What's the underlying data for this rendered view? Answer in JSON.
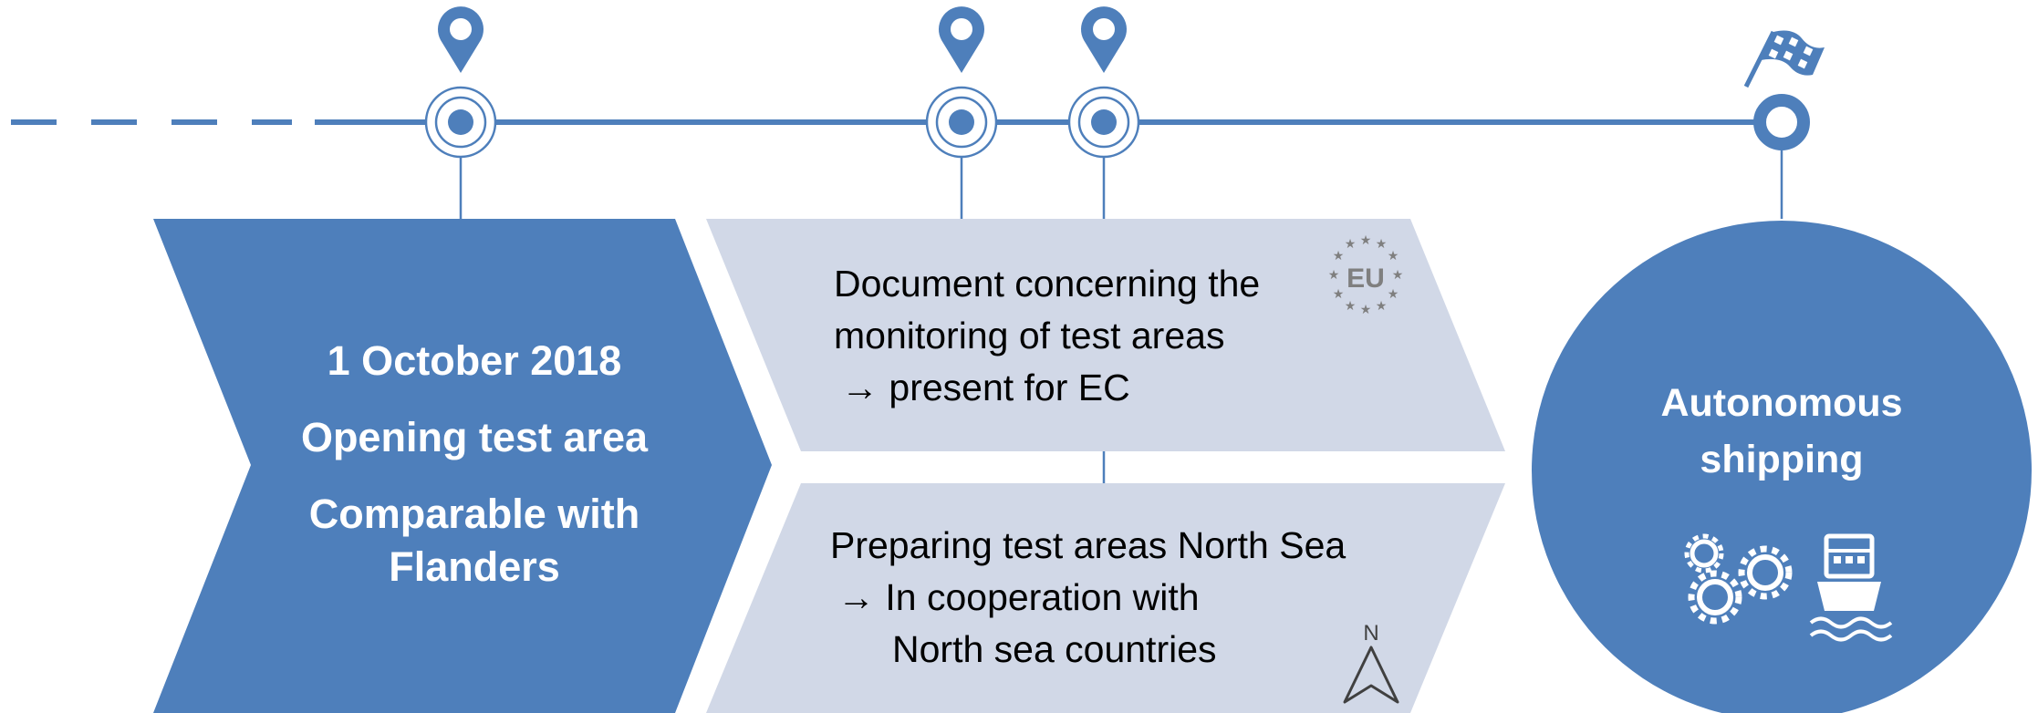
{
  "colors": {
    "primary_blue": "#4E7FBB",
    "light_panel": "#D1D8E7",
    "text_dark": "#000000",
    "white": "#ffffff"
  },
  "milestone": {
    "lines": [
      "1 October 2018",
      "Opening test area",
      "Comparable with",
      "Flanders"
    ]
  },
  "panels": [
    {
      "lines": [
        "Document concerning the",
        "monitoring of test areas",
        "→ present for EC"
      ],
      "icon": "eu-stars-icon",
      "icon_text": "EU"
    },
    {
      "lines": [
        "Preparing test areas North Sea",
        "→ In cooperation with",
        "North sea countries"
      ],
      "icon": "north-arrow-icon",
      "icon_text": "N"
    }
  ],
  "goal": {
    "lines": [
      "Autonomous",
      "shipping"
    ],
    "icons": [
      "gears-icon",
      "ship-icon"
    ]
  },
  "timeline": {
    "icons": [
      "location-pin-icon",
      "location-pin-icon",
      "location-pin-icon",
      "checkered-flag-icon"
    ]
  }
}
